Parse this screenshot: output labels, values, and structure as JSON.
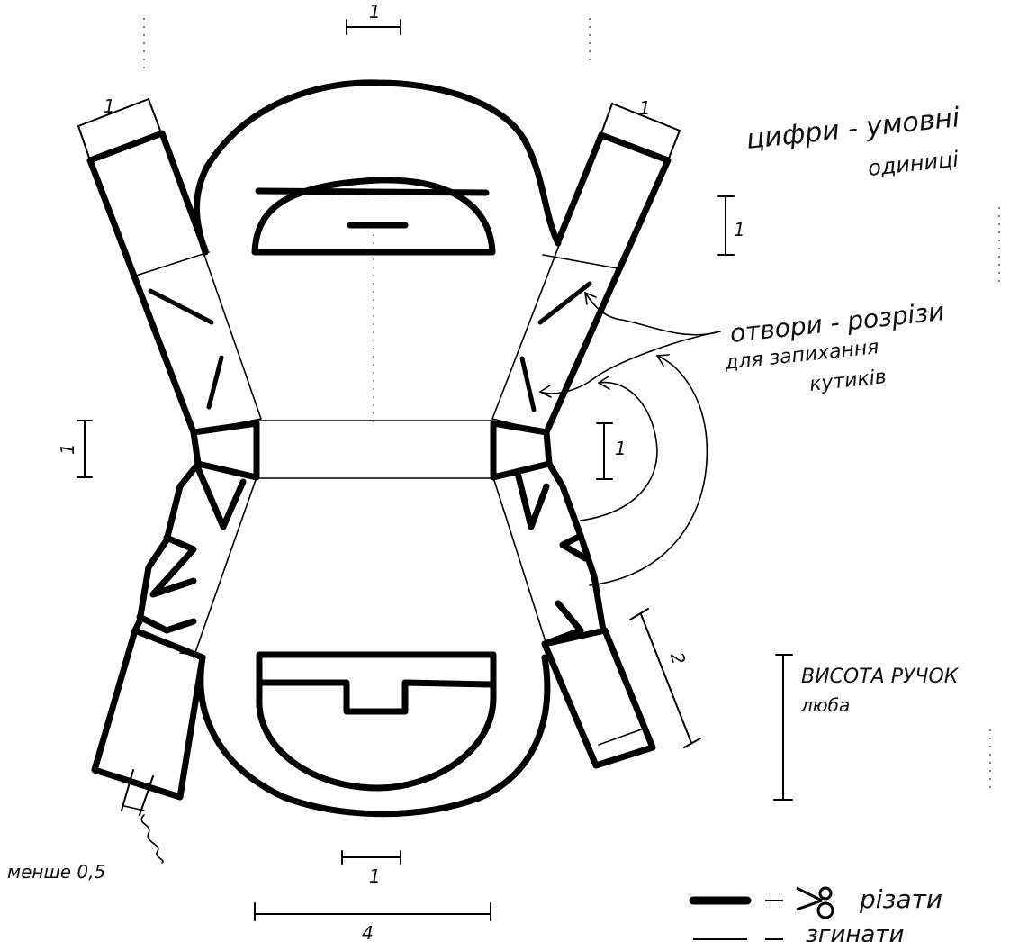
{
  "labels": {
    "digits_note_line1": "цифри - умовні",
    "digits_note_line2": "одиниці",
    "slits_line1": "отвори - розрізи",
    "slits_line2": "для запихання",
    "slits_line3": "кутиків",
    "handle_height_line1": "ВИСОТА РУЧОК",
    "handle_height_line2": "любa",
    "less_note": "менше 0,5",
    "legend_cut": "різати",
    "legend_fold": "згинати"
  },
  "dimensions": {
    "top_center": "1",
    "left_strap": "1",
    "right_strap": "1",
    "right_vertical": "1",
    "left_vertical": "1",
    "center_right_vertical": "1",
    "right_diag": "2",
    "bottom_small": "1",
    "bottom_wide": "4"
  },
  "colors": {
    "ink": "#000000",
    "paper": "#ffffff"
  }
}
